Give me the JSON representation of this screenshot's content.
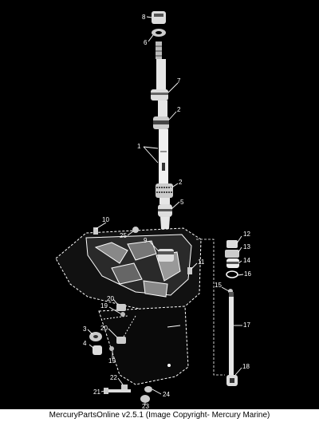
{
  "diagram": {
    "background": "#000000",
    "ink": "#ffffff",
    "callouts": [
      "8",
      "6",
      "7",
      "2",
      "1",
      "2",
      "5",
      "10",
      "25",
      "9",
      "11",
      "12",
      "13",
      "14",
      "16",
      "15",
      "17",
      "20",
      "19",
      "3",
      "4",
      "20",
      "19",
      "22",
      "21",
      "24",
      "23",
      "18"
    ]
  },
  "footer": {
    "text": "MercuryPartsOnline v2.5.1 (Image Copyright- Mercury Marine)"
  }
}
